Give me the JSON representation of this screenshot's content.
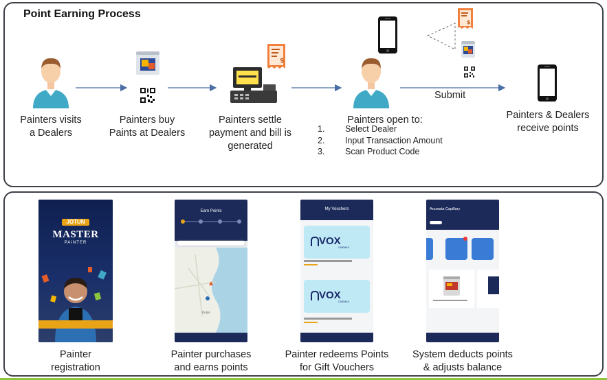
{
  "process": {
    "title": "Point Earning Process",
    "step1": {
      "line1": "Painters visits",
      "line2": "a Dealers"
    },
    "step2": {
      "line1": "Painters buy",
      "line2": "Paints at Dealers"
    },
    "step3": {
      "line1": "Painters settle",
      "line2": "payment and bill is",
      "line3": "generated"
    },
    "step4": {
      "heading": "Painters open to:",
      "items": [
        {
          "num": "1.",
          "text": "Select Dealer"
        },
        {
          "num": "2.",
          "text": "Input Transaction Amount"
        },
        {
          "num": "3.",
          "text": "Scan Product Code"
        }
      ]
    },
    "submit_label": "Submit",
    "step5": {
      "line1": "Painters & Dealers",
      "line2": "receive points"
    }
  },
  "app_screens": {
    "screen1": {
      "brand": "JOTUN",
      "app_name_1": "MASTER",
      "app_name_2": "PAINTER",
      "caption1": "Painter",
      "caption2": "registration"
    },
    "screen2": {
      "header": "Earn Points",
      "caption1": "Painter purchases",
      "caption2": "and earns points"
    },
    "screen3": {
      "header": "My Vouchers",
      "voucher_brand": "VOX",
      "voucher_sub": "CINEMAS",
      "caption1": "Painter redeems Points",
      "caption2": "for Gift Vouchers"
    },
    "screen4": {
      "header": "Anuwata Capillary",
      "caption1": "System deducts points",
      "caption2": "& adjusts balance"
    }
  },
  "colors": {
    "border": "#3c3f46",
    "arrow": "#4a6fa5",
    "accent_green": "#8cc63f",
    "app_navy": "#1c2a5a",
    "shirt": "#3fa9c6",
    "receipt": "#f0803c"
  }
}
